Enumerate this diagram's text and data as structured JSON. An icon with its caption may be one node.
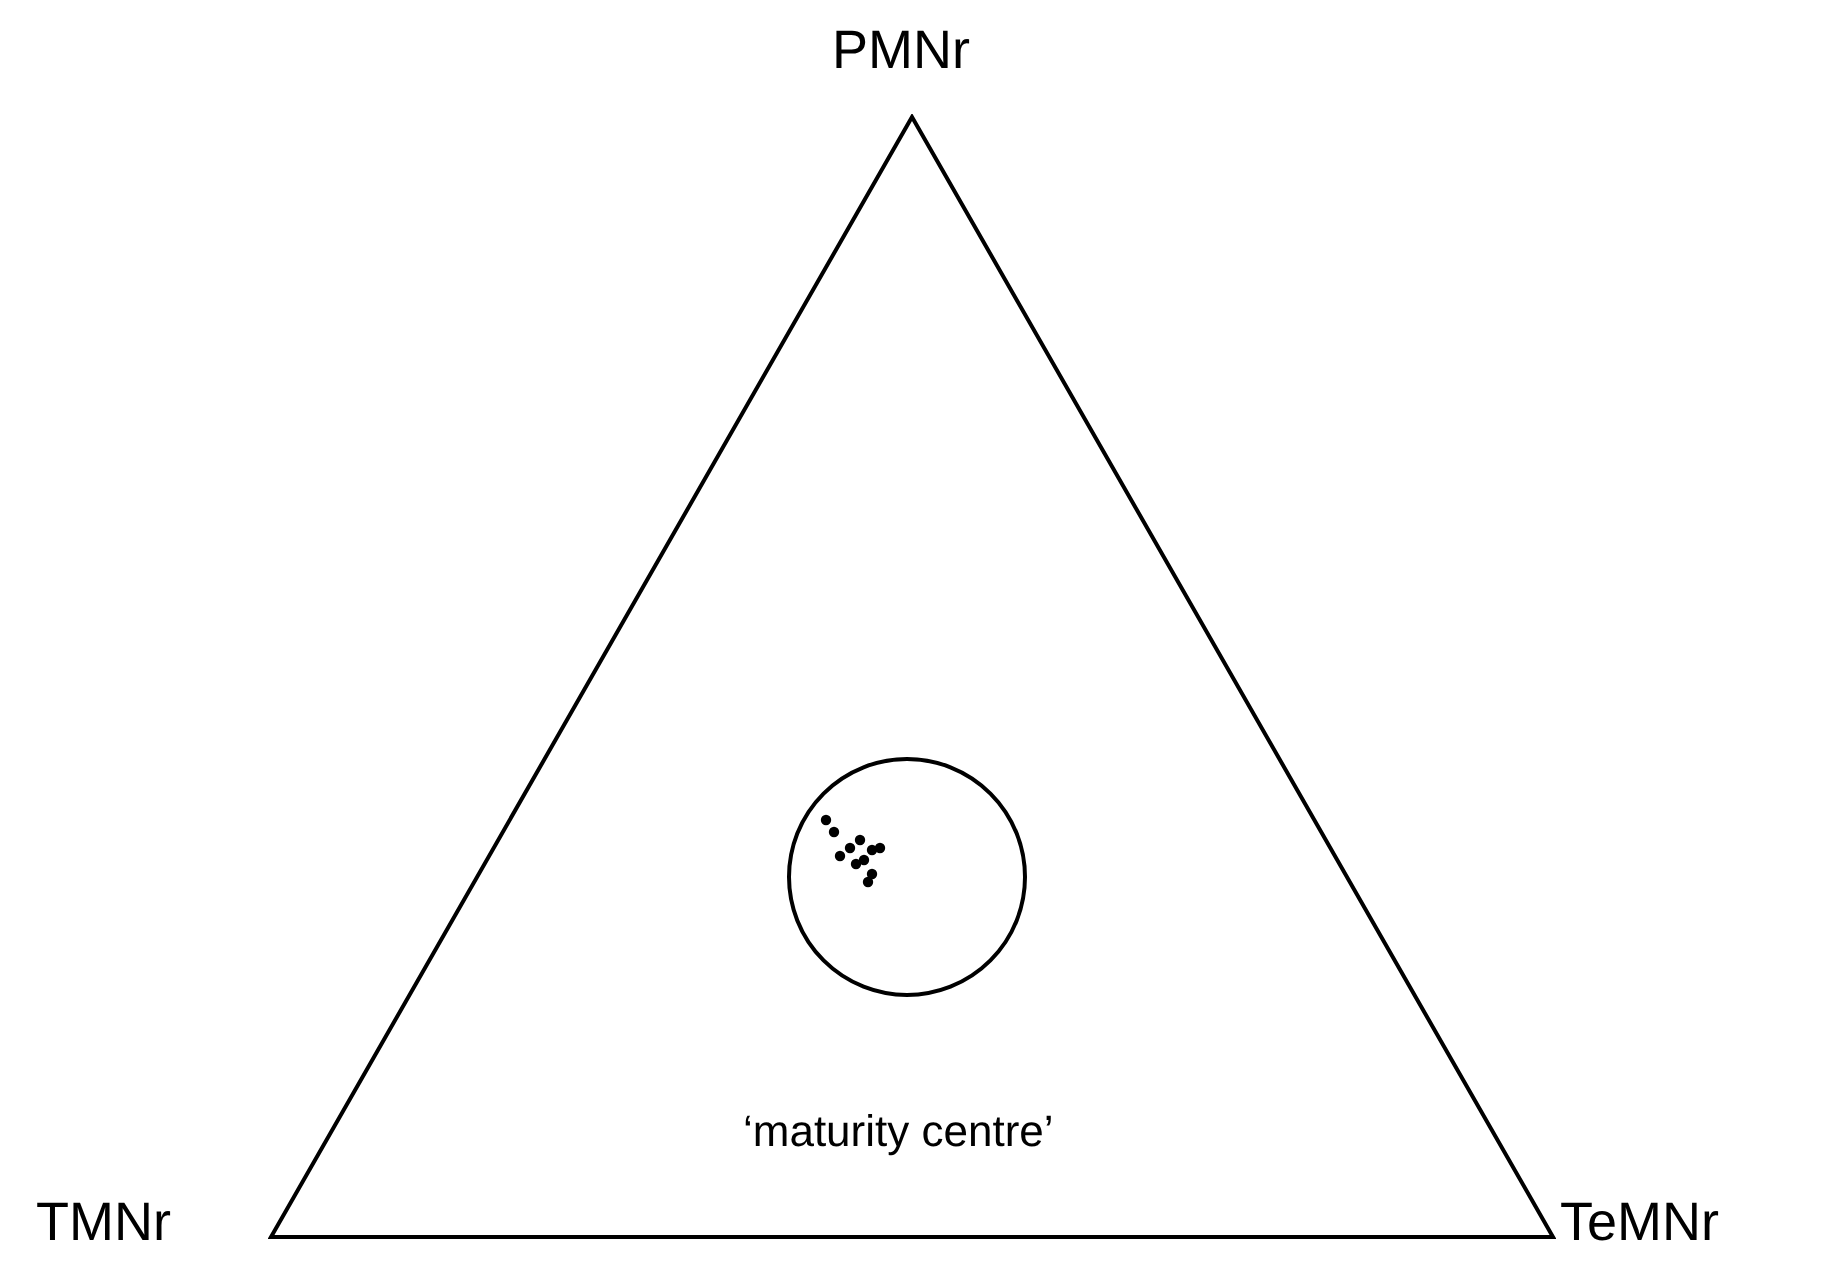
{
  "diagram": {
    "nodes": [
      {
        "text": [],
        "shape": "triangle"
      },
      {
        "text": [],
        "shape": "circle",
        "in": 0,
        "beside": [
          "‘maturity centre’"
        ]
      }
    ],
    "labels": [
      "PMNr",
      "TMNr",
      "TeMNr"
    ]
  }
}
